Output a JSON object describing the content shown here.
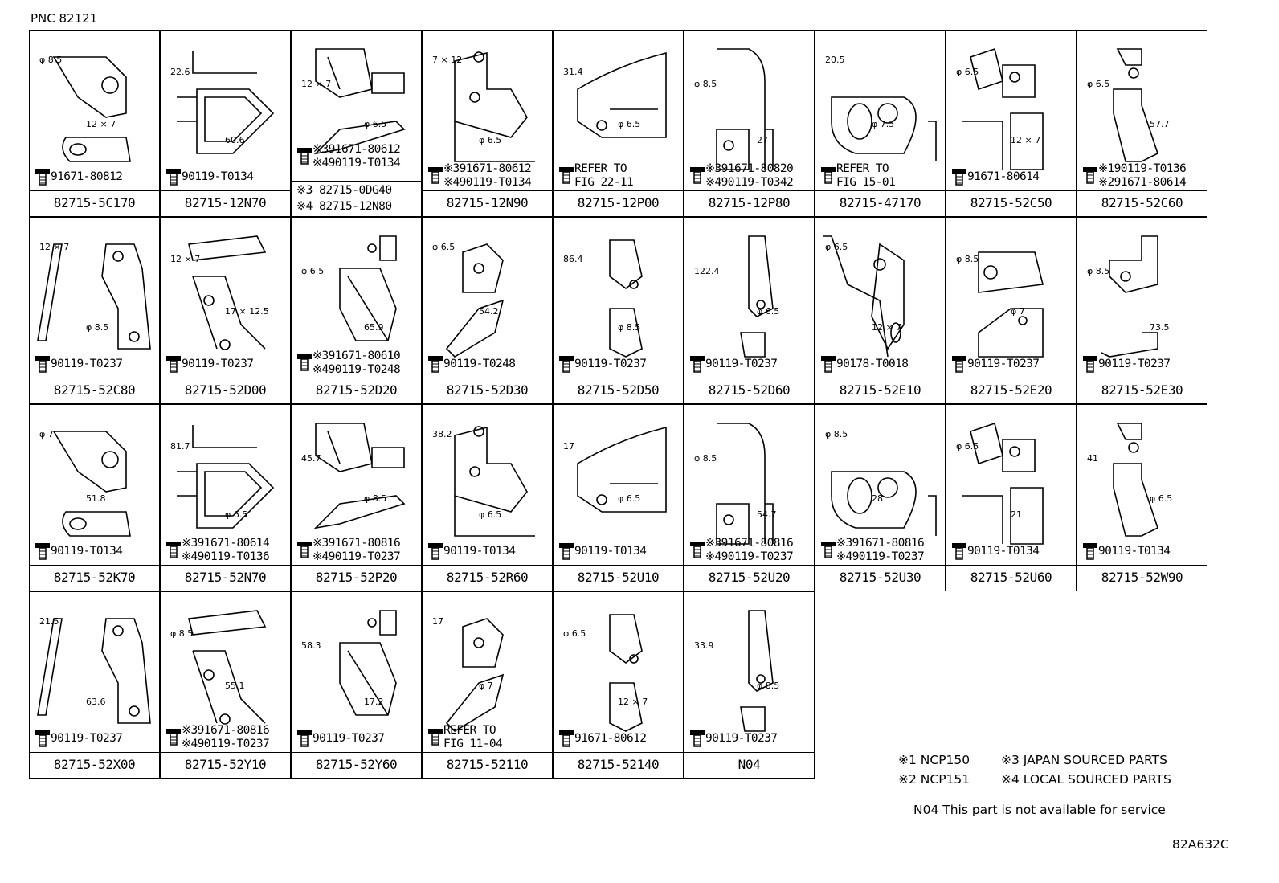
{
  "pnc": "PNC 82121",
  "cells": [
    {
      "part": "82715-5C170",
      "callout": [
        "91671-80812"
      ],
      "dims": [
        "φ 8.5",
        "12 × 7"
      ]
    },
    {
      "part": "82715-12N70",
      "callout": [
        "90119-T0134"
      ],
      "dims": [
        "22.6",
        "60.6"
      ]
    },
    {
      "part": "",
      "callout": [
        "※391671-80612",
        "※490119-T0134"
      ],
      "dims": [
        "12 × 7",
        "φ 6.5"
      ],
      "sub": [
        "※3 82715-0DG40",
        "※4 82715-12N80"
      ]
    },
    {
      "part": "82715-12N90",
      "callout": [
        "※391671-80612",
        "※490119-T0134"
      ],
      "dims": [
        "7 × 12",
        "φ 6.5"
      ]
    },
    {
      "part": "82715-12P00",
      "callout": [
        "REFER TO",
        "FIG 22-11"
      ],
      "dims": [
        "31.4",
        "φ 6.5"
      ]
    },
    {
      "part": "82715-12P80",
      "callout": [
        "※391671-80820",
        "※490119-T0342"
      ],
      "dims": [
        "φ 8.5",
        "27"
      ]
    },
    {
      "part": "82715-47170",
      "callout": [
        "REFER TO",
        "FIG 15-01"
      ],
      "dims": [
        "20.5",
        "φ 7.5"
      ]
    },
    {
      "part": "82715-52C50",
      "callout": [
        "91671-80614"
      ],
      "dims": [
        "φ 6.5",
        "12 × 7"
      ]
    },
    {
      "part": "82715-52C60",
      "callout": [
        "※190119-T0136",
        "※291671-80614"
      ],
      "dims": [
        "φ 6.5",
        "57.7"
      ]
    },
    {
      "part": "82715-52C80",
      "callout": [
        "90119-T0237"
      ],
      "dims": [
        "12 × 7",
        "φ 8.5"
      ]
    },
    {
      "part": "82715-52D00",
      "callout": [
        "90119-T0237"
      ],
      "dims": [
        "12 × 7",
        "17 × 12.5"
      ]
    },
    {
      "part": "82715-52D20",
      "callout": [
        "※391671-80610",
        "※490119-T0248"
      ],
      "dims": [
        "φ 6.5",
        "65.9"
      ]
    },
    {
      "part": "82715-52D30",
      "callout": [
        "90119-T0248"
      ],
      "dims": [
        "φ 6.5",
        "54.2"
      ]
    },
    {
      "part": "82715-52D50",
      "callout": [
        "90119-T0237"
      ],
      "dims": [
        "86.4",
        "φ 8.5"
      ]
    },
    {
      "part": "82715-52D60",
      "callout": [
        "90119-T0237"
      ],
      "dims": [
        "122.4",
        "φ 6.5"
      ]
    },
    {
      "part": "82715-52E10",
      "callout": [
        "90178-T0018"
      ],
      "dims": [
        "φ 6.5",
        "12 × 7"
      ]
    },
    {
      "part": "82715-52E20",
      "callout": [
        "90119-T0237"
      ],
      "dims": [
        "φ 8.5",
        "φ 7"
      ]
    },
    {
      "part": "82715-52E30",
      "callout": [
        "90119-T0237"
      ],
      "dims": [
        "φ 8.5",
        "73.5"
      ]
    },
    {
      "part": "82715-52K70",
      "callout": [
        "90119-T0134"
      ],
      "dims": [
        "φ 7",
        "51.8"
      ]
    },
    {
      "part": "82715-52N70",
      "callout": [
        "※391671-80614",
        "※490119-T0136"
      ],
      "dims": [
        "81.7",
        "φ 6.5"
      ]
    },
    {
      "part": "82715-52P20",
      "callout": [
        "※391671-80816",
        "※490119-T0237"
      ],
      "dims": [
        "45.7",
        "φ 8.5"
      ]
    },
    {
      "part": "82715-52R60",
      "callout": [
        "90119-T0134"
      ],
      "dims": [
        "38.2",
        "φ 6.5"
      ]
    },
    {
      "part": "82715-52U10",
      "callout": [
        "90119-T0134"
      ],
      "dims": [
        "17",
        "φ 6.5"
      ]
    },
    {
      "part": "82715-52U20",
      "callout": [
        "※391671-80816",
        "※490119-T0237"
      ],
      "dims": [
        "φ 8.5",
        "54.7"
      ]
    },
    {
      "part": "82715-52U30",
      "callout": [
        "※391671-80816",
        "※490119-T0237"
      ],
      "dims": [
        "φ 8.5",
        "28"
      ]
    },
    {
      "part": "82715-52U60",
      "callout": [
        "90119-T0134"
      ],
      "dims": [
        "φ 6.5",
        "21"
      ]
    },
    {
      "part": "82715-52W90",
      "callout": [
        "90119-T0134"
      ],
      "dims": [
        "41",
        "φ 6.5"
      ]
    },
    {
      "part": "82715-52X00",
      "callout": [
        "90119-T0237"
      ],
      "dims": [
        "21.5",
        "63.6"
      ]
    },
    {
      "part": "82715-52Y10",
      "callout": [
        "※391671-80816",
        "※490119-T0237"
      ],
      "dims": [
        "φ 8.5",
        "55.1"
      ]
    },
    {
      "part": "82715-52Y60",
      "callout": [
        "90119-T0237"
      ],
      "dims": [
        "58.3",
        "17.2"
      ]
    },
    {
      "part": "82715-52110",
      "callout": [
        "REFER TO",
        "FIG 11-04"
      ],
      "dims": [
        "17",
        "φ 7"
      ]
    },
    {
      "part": "82715-52140",
      "callout": [
        "91671-80612"
      ],
      "dims": [
        "φ 6.5",
        "12 × 7"
      ]
    },
    {
      "part": "N04",
      "callout": [
        "90119-T0237"
      ],
      "dims": [
        "33.9",
        "φ 8.5"
      ]
    }
  ],
  "legend": {
    "n1": "※1 NCP150",
    "n2": "※2 NCP151",
    "n3": "※3 JAPAN SOURCED PARTS",
    "n4": "※4 LOCAL SOURCED PARTS"
  },
  "note": "N04  This part is not available for service",
  "code": "82A632C"
}
